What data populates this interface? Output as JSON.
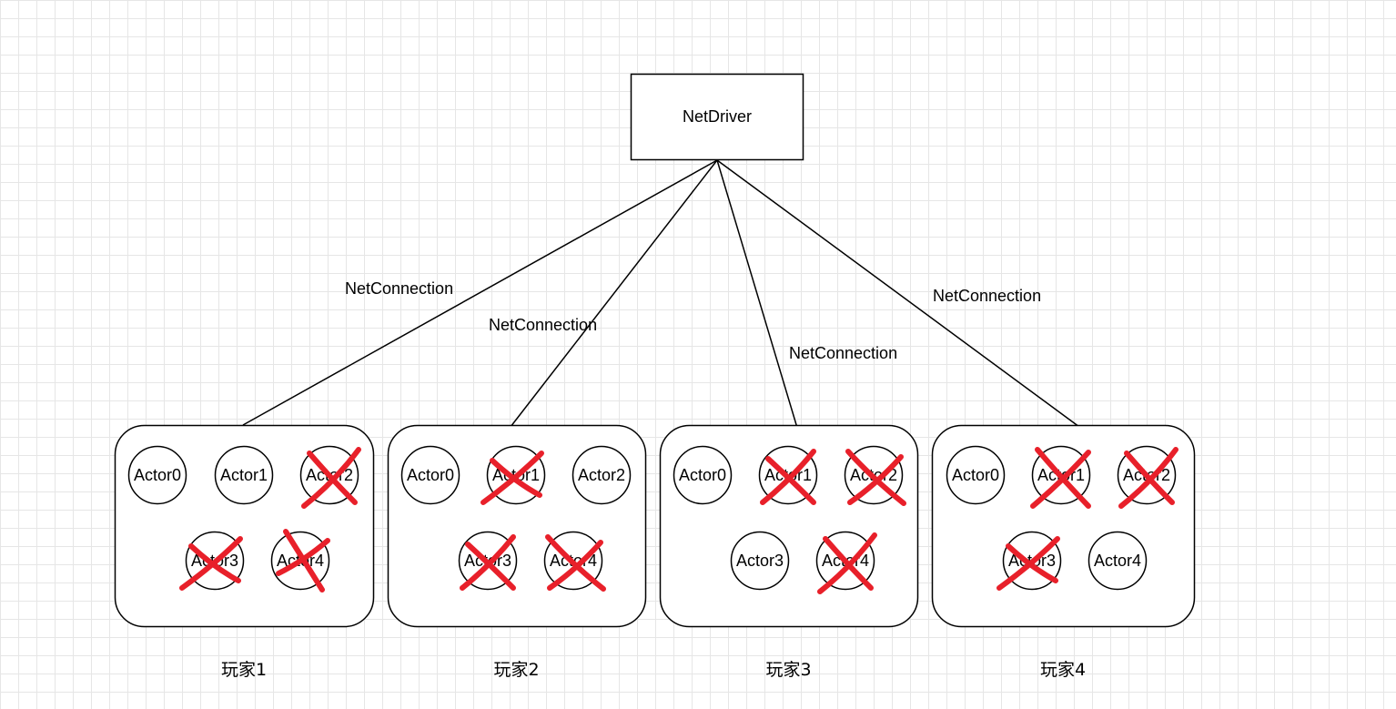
{
  "root": {
    "label": "NetDriver"
  },
  "connection_label": "NetConnection",
  "players": [
    {
      "label": "玩家1",
      "actors": [
        {
          "label": "Actor0",
          "removed": false
        },
        {
          "label": "Actor1",
          "removed": false
        },
        {
          "label": "Actor2",
          "removed": true
        },
        {
          "label": "Actor3",
          "removed": true
        },
        {
          "label": "Actor4",
          "removed": true
        }
      ]
    },
    {
      "label": "玩家2",
      "actors": [
        {
          "label": "Actor0",
          "removed": false
        },
        {
          "label": "Actor1",
          "removed": true
        },
        {
          "label": "Actor2",
          "removed": false
        },
        {
          "label": "Actor3",
          "removed": true
        },
        {
          "label": "Actor4",
          "removed": true
        }
      ]
    },
    {
      "label": "玩家3",
      "actors": [
        {
          "label": "Actor0",
          "removed": false
        },
        {
          "label": "Actor1",
          "removed": true
        },
        {
          "label": "Actor2",
          "removed": true
        },
        {
          "label": "Actor3",
          "removed": false
        },
        {
          "label": "Actor4",
          "removed": true
        }
      ]
    },
    {
      "label": "玩家4",
      "actors": [
        {
          "label": "Actor0",
          "removed": false
        },
        {
          "label": "Actor1",
          "removed": true
        },
        {
          "label": "Actor2",
          "removed": true
        },
        {
          "label": "Actor3",
          "removed": true
        },
        {
          "label": "Actor4",
          "removed": false
        }
      ]
    }
  ],
  "colors": {
    "stroke": "#000000",
    "cross": "#e8202a",
    "grid": "#e6e6e6"
  }
}
